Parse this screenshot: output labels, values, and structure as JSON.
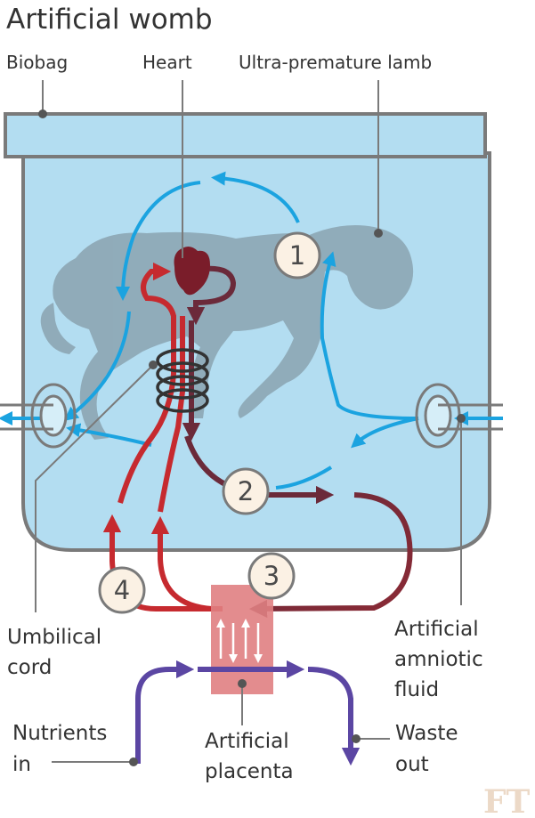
{
  "title": "Artificial womb",
  "labels": {
    "biobag": "Biobag",
    "heart": "Heart",
    "lamb": "Ultra-premature lamb",
    "umbilical_1": "Umbilical",
    "umbilical_2": "cord",
    "fluid_1": "Artificial",
    "fluid_2": "amniotic",
    "fluid_3": "fluid",
    "nutrients_1": "Nutrients",
    "nutrients_2": "in",
    "placenta_1": "Artificial",
    "placenta_2": "placenta",
    "waste_1": "Waste",
    "waste_2": "out"
  },
  "steps": [
    "1",
    "2",
    "3",
    "4"
  ],
  "logo": "FT",
  "colors": {
    "fluid": "#b3ddf1",
    "fluid_arrow": "#1ba3e0",
    "oxygenated": "#c62a2f",
    "deoxygenated": "#6b2a3a",
    "nutrient": "#5b46a3",
    "placenta": "#e08082",
    "outline": "#7a7a7a",
    "lamb": "#8aa3b0"
  }
}
